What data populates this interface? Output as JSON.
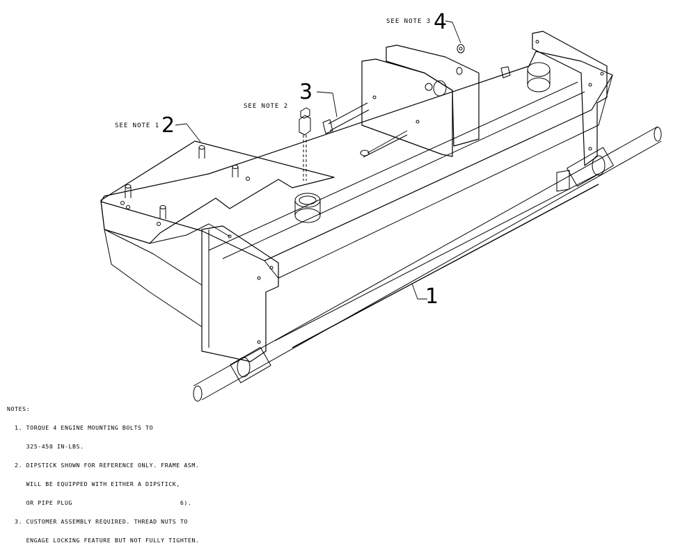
{
  "callouts": [
    {
      "number": "1",
      "note": ""
    },
    {
      "number": "2",
      "note": "SEE NOTE 1"
    },
    {
      "number": "3",
      "note": "SEE NOTE 2"
    },
    {
      "number": "4",
      "note": "SEE NOTE 3"
    }
  ],
  "notes": {
    "title": "NOTES:",
    "lines": [
      "  1. TORQUE 4 ENGINE MOUNTING BOLTS TO",
      "     325-450 IN-LBS.",
      "  2. DIPSTICK SHOWN FOR REFERENCE ONLY. FRAME ASM.",
      "     WILL BE EQUIPPED WITH EITHER A DIPSTICK,",
      "     OR PIPE PLUG                            6).",
      "  3. CUSTOMER ASSEMBLY REQUIRED. THREAD NUTS TO",
      "     ENGAGE LOCKING FEATURE BUT NOT FULLY TIGHTEN."
    ]
  }
}
